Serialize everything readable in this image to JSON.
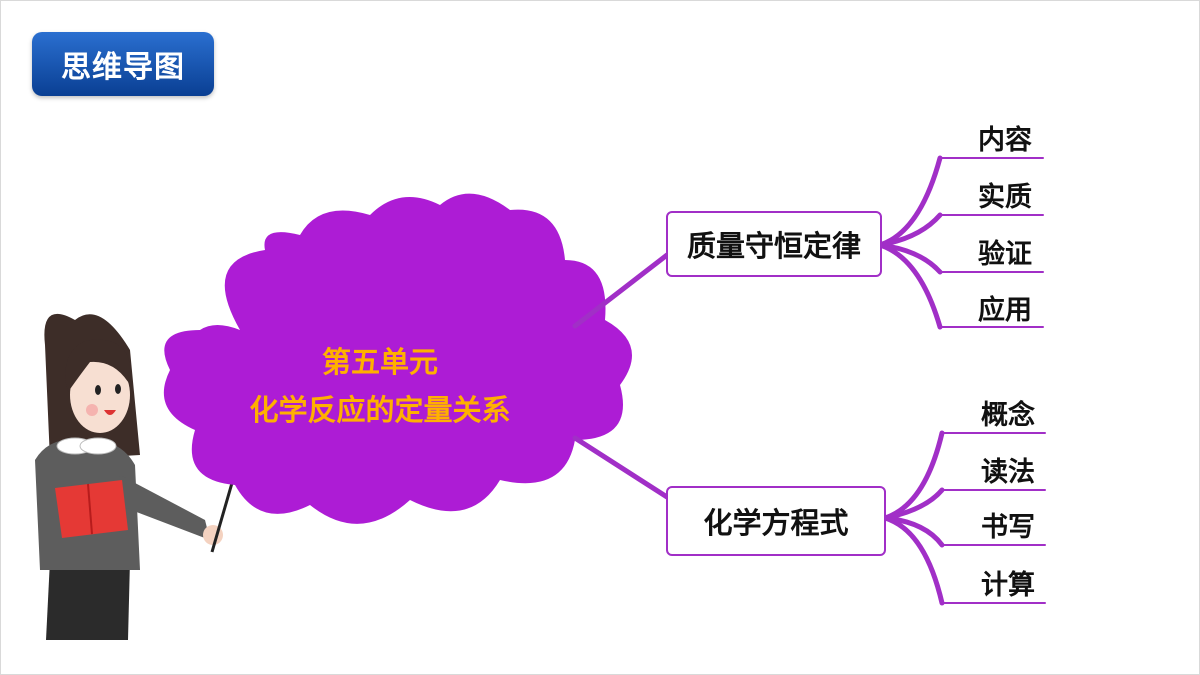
{
  "badge": {
    "label": "思维导图"
  },
  "center": {
    "line1": "第五单元",
    "line2": "化学反应的定量关系"
  },
  "branches": [
    {
      "label": "质量守恒定律",
      "children": [
        "内容",
        "实质",
        "验证",
        "应用"
      ]
    },
    {
      "label": "化学方程式",
      "children": [
        "概念",
        "读法",
        "书写",
        "计算"
      ]
    }
  ],
  "colors": {
    "accent": "#a12fc7",
    "cloud": "#ad1cd5",
    "center_text": "#ffb000",
    "badge": "#0a3f93"
  }
}
